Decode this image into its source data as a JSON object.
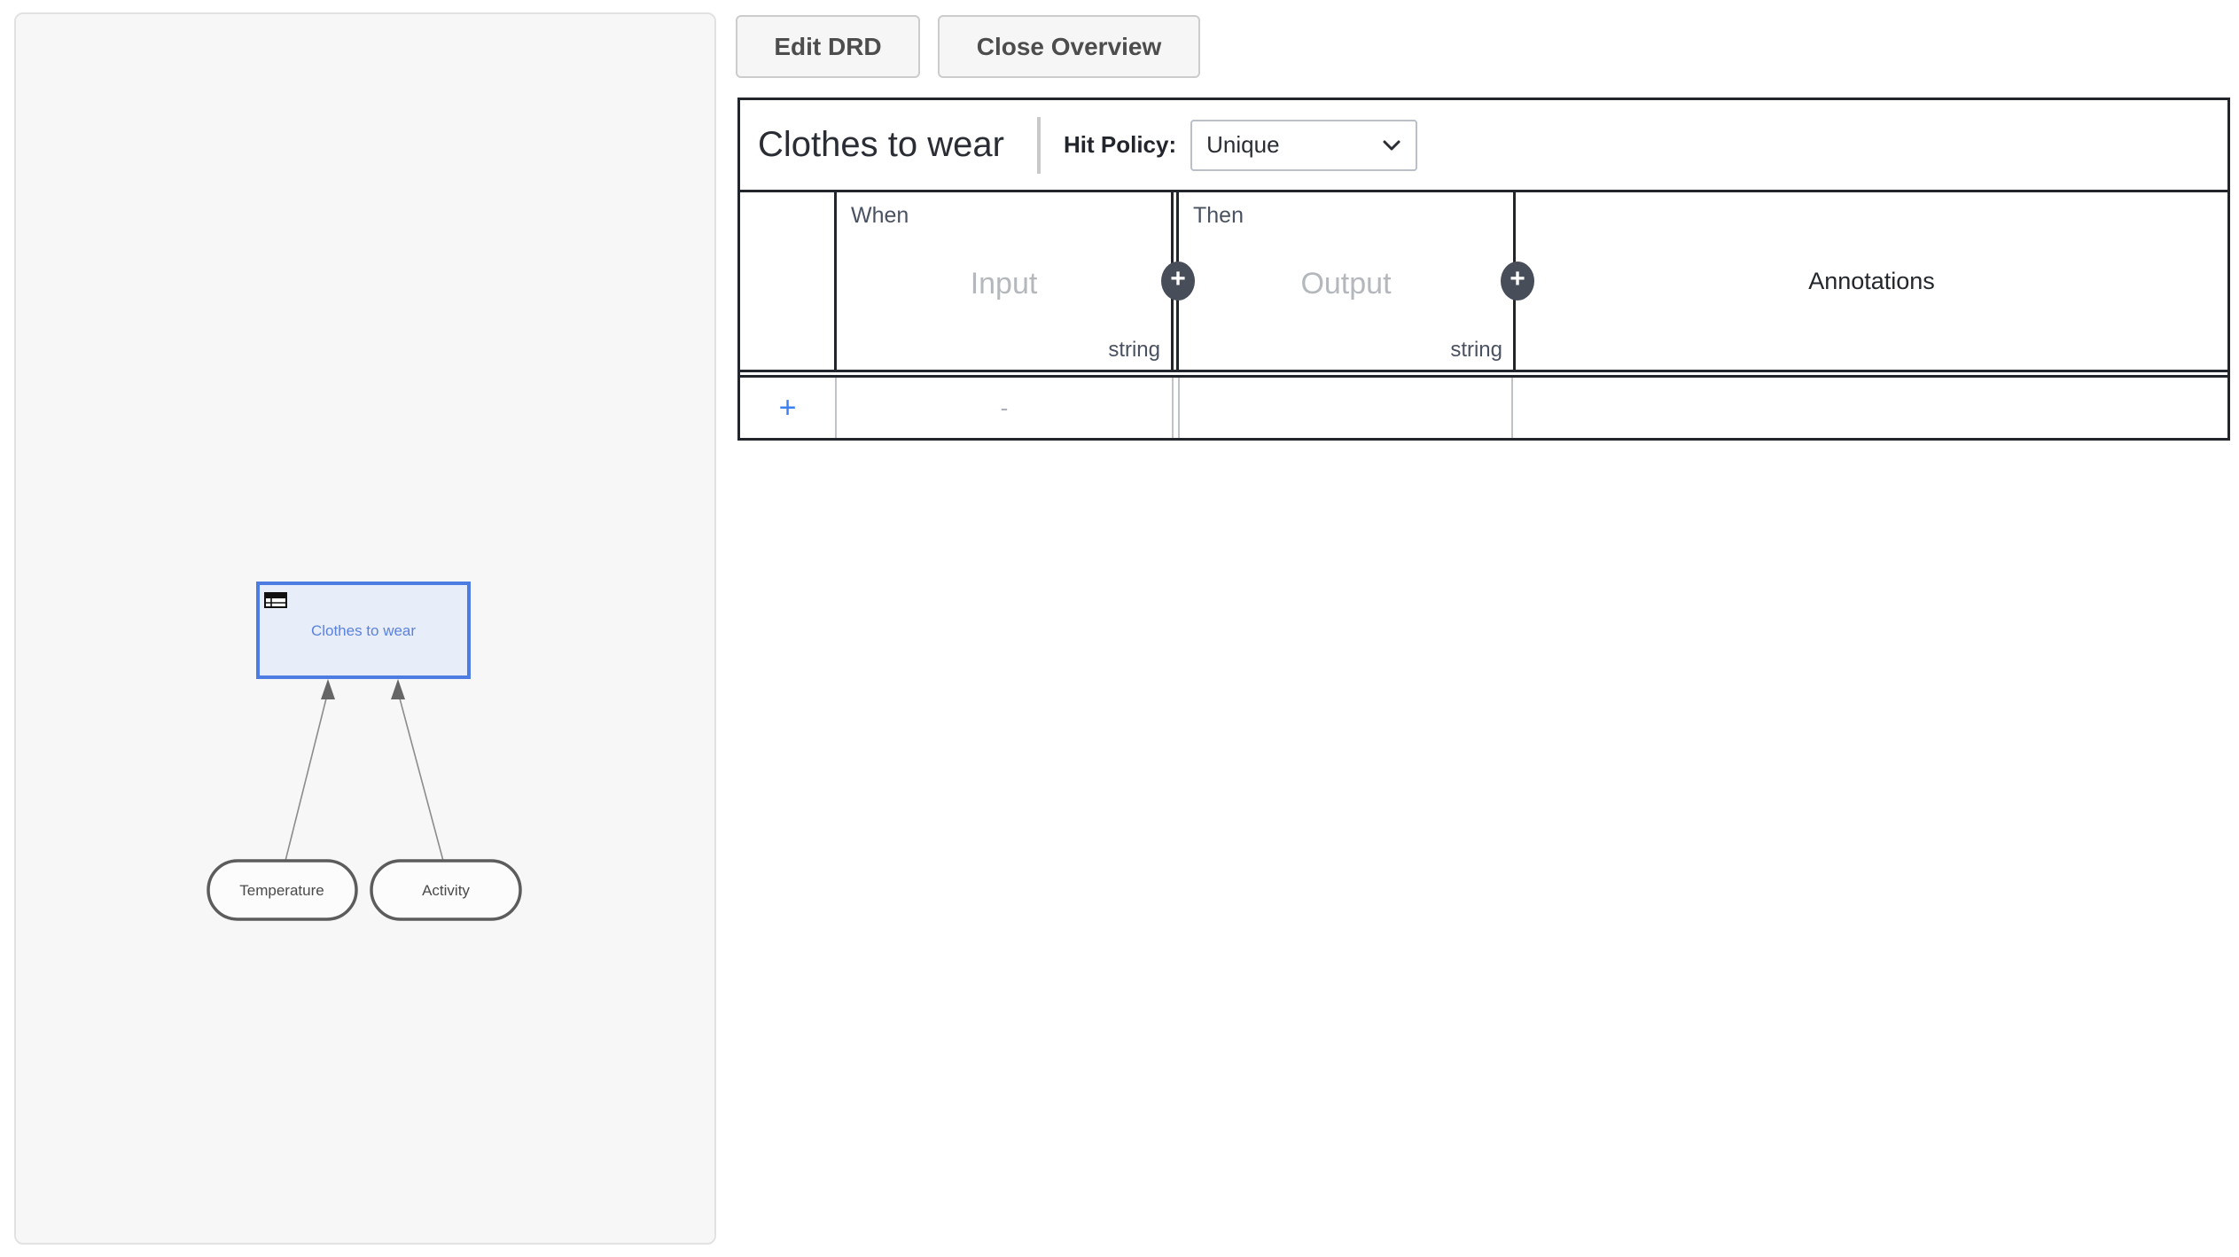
{
  "toolbar": {
    "edit_drd_label": "Edit DRD",
    "close_overview_label": "Close Overview"
  },
  "decision_table": {
    "name": "Clothes to wear",
    "hit_policy_label": "Hit Policy:",
    "hit_policy_value": "Unique",
    "input_column": {
      "rule_word": "When",
      "placeholder": "Input",
      "type": "string"
    },
    "output_column": {
      "rule_word": "Then",
      "placeholder": "Output",
      "type": "string"
    },
    "annotations_label": "Annotations",
    "add_input_column_label": "+",
    "add_output_column_label": "+",
    "rows": [
      {
        "add_rule_label": "+",
        "input_value": "-",
        "output_value": "",
        "annotation": ""
      }
    ]
  },
  "drd_overview": {
    "decision": {
      "label": "Clothes to wear"
    },
    "input_data": [
      {
        "label": "Temperature"
      },
      {
        "label": "Activity"
      }
    ]
  },
  "colors": {
    "accent_blue": "#3b82f0",
    "decision_stroke": "#4d7ce2",
    "decision_fill": "#e8edfa",
    "decision_text": "#5b82dc",
    "plus_badge_bg": "#474e5a",
    "table_border": "#22252b",
    "panel_bg": "#f7f7f7"
  }
}
